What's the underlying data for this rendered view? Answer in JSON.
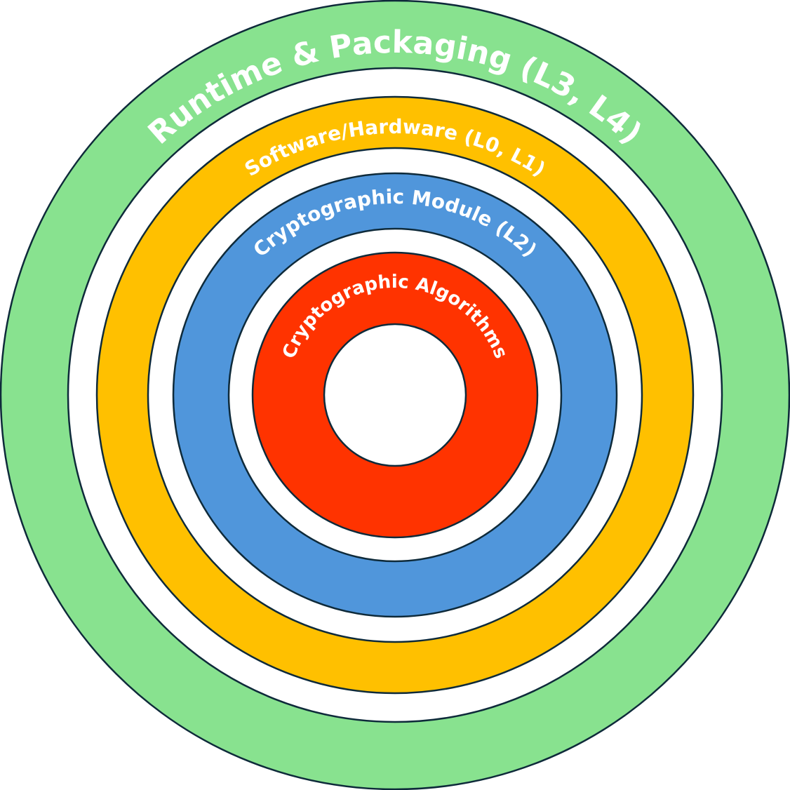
{
  "rings": [
    {
      "label": "Runtime & Packaging (L3, L4)",
      "color": "#88E28F"
    },
    {
      "label": "Software/Hardware (L0, L1)",
      "color": "#FFC000"
    },
    {
      "label": "Cryptographic Module (L2)",
      "color": "#5096DB"
    },
    {
      "label": "Cryptographic Algorithms",
      "color": "#FF3300"
    }
  ],
  "stroke_color": "#0E2A3A"
}
